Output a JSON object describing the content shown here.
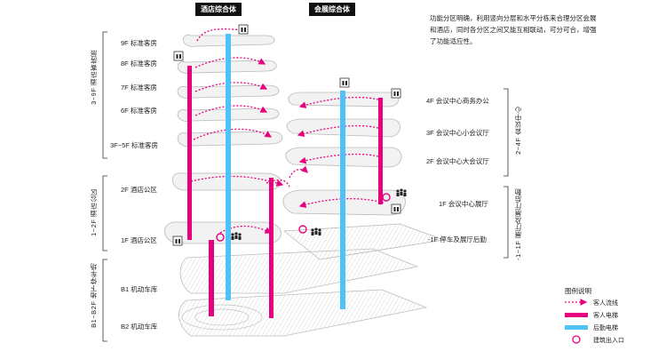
{
  "headers": {
    "hotel": "酒店综合体",
    "exhibition": "会展综合体"
  },
  "description": "功能分区明确，利用竖向分层和水平分栋来合理分区会展和酒店，同时各分区之间又能互相联动，可分可合，增强了功能适应性。",
  "left_floors": [
    "9F 标准客房",
    "8F 标准客房",
    "7F 标准客房",
    "6F 标准客房",
    "3F~5F 标准客房",
    "2F 酒店公区",
    "1F 酒店公区",
    "B1 机动车库",
    "B2 机动车库"
  ],
  "left_groups": [
    "3~9F 酒店客房层",
    "1~2F 酒店公区",
    "B1~B2F 地下停车场"
  ],
  "right_floors": [
    "4F 会议中心商务办公",
    "3F 会议中心小会议厅",
    "2F 会议中心大会议厅",
    "1F 会议中心展厅",
    "-1F 停车及展厅后勤"
  ],
  "right_groups": [
    "2~4F 会议中心",
    "-1~1F 展厅及展厅后勤"
  ],
  "legend": {
    "title": "图例说明",
    "items": [
      {
        "label": "客人流线",
        "icon": "dotted-arrow"
      },
      {
        "label": "客人电梯",
        "icon": "magenta-bar"
      },
      {
        "label": "后勤电梯",
        "icon": "cyan-bar"
      },
      {
        "label": "建筑出入口",
        "icon": "circle"
      }
    ]
  },
  "colors": {
    "guest_flow": "#e6007e",
    "guest_elevator": "#e6007e",
    "service_elevator": "#4fc3f7",
    "building": "#cfcfcf"
  }
}
